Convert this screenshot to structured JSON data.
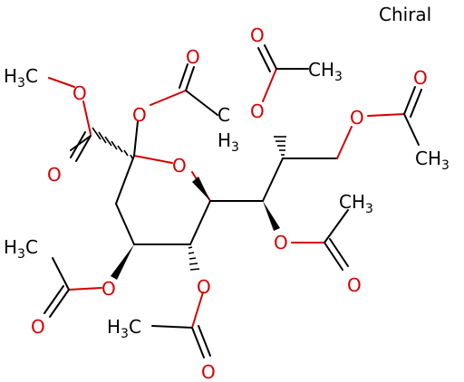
{
  "chiral_label": "Chiral",
  "colors": {
    "bond": "#000000",
    "oxygen": "#d40000",
    "carbon": "#000000"
  },
  "atoms": {
    "o_ester_carbonyl": "O",
    "o_ester_ether": "O",
    "methyl_h": "H",
    "methyl_3": "3",
    "methyl_c": "C",
    "o_ring": "O",
    "o_c2_acetoxy": "O",
    "o_c2_carbonyl": "O",
    "c2_me_h": "H",
    "c2_me_3": "3",
    "o_c4_acetoxy": "O",
    "o_c4_carbonyl": "O",
    "c4_me_h": "H",
    "c4_me_3": "3",
    "c4_me_c": "C",
    "o_c5_acetoxy": "O",
    "o_c5_carbonyl": "O",
    "c5_me_h": "H",
    "c5_me_3": "3",
    "c5_me_c": "C",
    "o_c7_acetoxy": "O",
    "o_c7_carbonyl": "O",
    "c7_me_c": "CH",
    "c7_me_3": "3",
    "o_c8_acetoxy": "O",
    "o_c8_carbonyl": "O",
    "c8_me_c": "CH",
    "c8_me_3": "3",
    "o_c9_acetoxy": "O",
    "o_c9_carbonyl": "O",
    "c9_me_c": "CH",
    "c9_me_3": "3"
  }
}
